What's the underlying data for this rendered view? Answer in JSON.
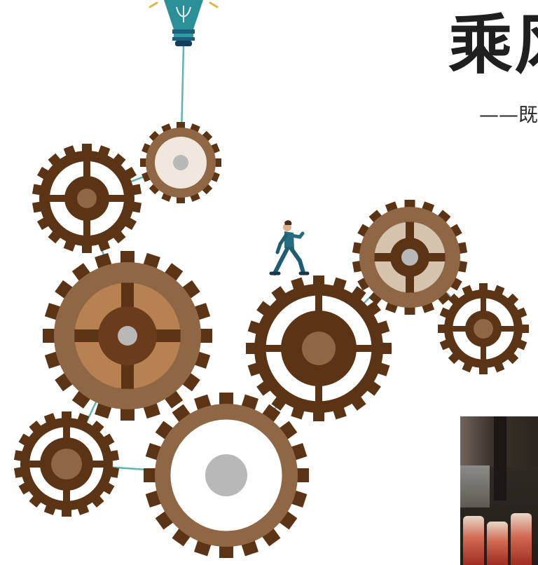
{
  "title": "乘风",
  "subtitle": "——既",
  "colors": {
    "gear_dark": "#5a3414",
    "gear_tan": "#8f6745",
    "gear_light": "#f0e8df",
    "line": "#5fb3b3",
    "hub": "#b8b8b8",
    "bulb": "#2c8d96"
  },
  "icons": {
    "bulb": "lightbulb-icon",
    "runner": "running-man-icon",
    "photo": "background-photo"
  }
}
